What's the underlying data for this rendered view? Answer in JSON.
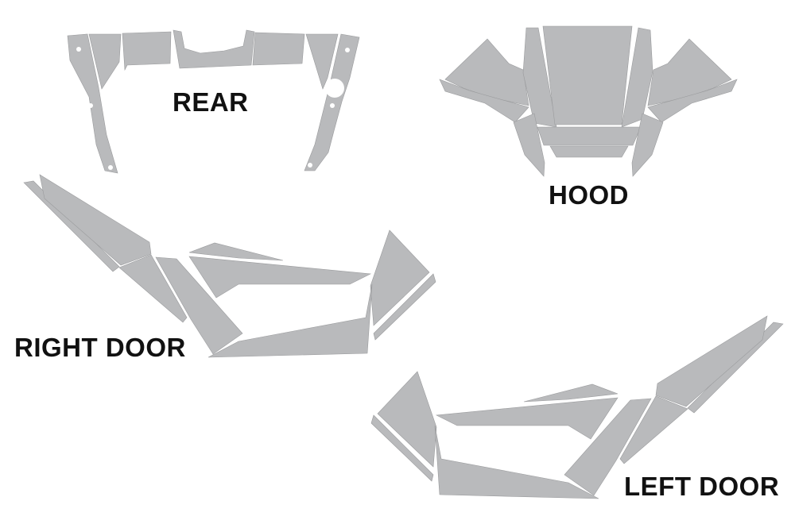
{
  "labels": {
    "rear": "REAR",
    "hood": "HOOD",
    "right_door": "RIGHT DOOR",
    "left_door": "LEFT DOOR"
  },
  "colors": {
    "panel_fill": "#b9babc",
    "label_text": "#111111",
    "background": "#ffffff"
  }
}
